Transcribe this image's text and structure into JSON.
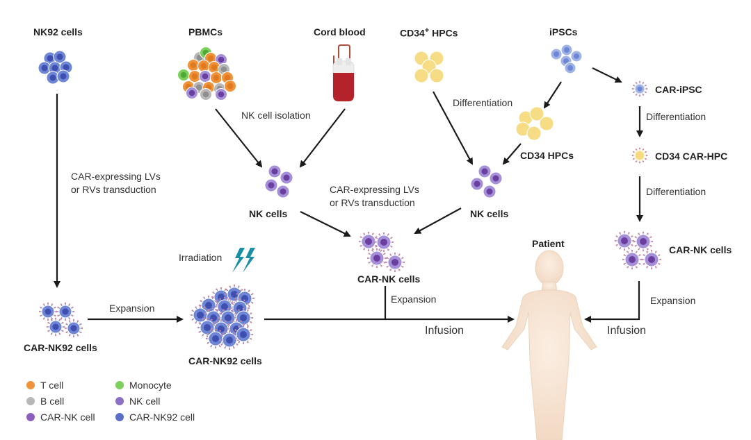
{
  "sources": {
    "nk92": "NK92 cells",
    "pbmcs": "PBMCs",
    "cord_blood": "Cord blood",
    "cd34_hpcs": "CD34",
    "cd34_sup": "+",
    "cd34_hpcs_suffix": " HPCs",
    "ipscs": "iPSCs"
  },
  "steps": {
    "nk_isolation": "NK cell isolation",
    "car_transduction_left_1": "CAR-expressing LVs",
    "car_transduction_left_2": "or RVs  transduction",
    "car_transduction_mid_1": "CAR-expressing LVs",
    "car_transduction_mid_2": "or RVs  transduction",
    "differentiation_1": "Differentiation",
    "differentiation_2": "Differentiation",
    "differentiation_3": "Differentiation",
    "expansion_left": "Expansion",
    "expansion_mid": "Expansion",
    "expansion_right": "Expansion",
    "irradiation": "Irradiation",
    "infusion_left": "Infusion",
    "infusion_right": "Infusion"
  },
  "nodes": {
    "nk_cells_left": "NK cells",
    "nk_cells_right": "NK cells",
    "cd34_hpcs_node": "CD34 HPCs",
    "car_ipsc": "CAR-iPSC",
    "cd34_car_hpc": "CD34 CAR-HPC",
    "car_nk_cells_mid": "CAR-NK cells",
    "car_nk_cells_right": "CAR-NK cells",
    "car_nk92_cells_small": "CAR-NK92 cells",
    "car_nk92_cells_big": "CAR-NK92 cells",
    "patient": "Patient"
  },
  "legend": [
    {
      "label": "T cell",
      "color": "#f0923a"
    },
    {
      "label": "Monocyte",
      "color": "#7ccf5a"
    },
    {
      "label": "B cell",
      "color": "#b8b8b8"
    },
    {
      "label": "NK cell",
      "color": "#8a6fc4"
    },
    {
      "label": "CAR-NK cell",
      "color": "#8f5fbf"
    },
    {
      "label": "CAR-NK92 cell",
      "color": "#5b6fc8"
    }
  ],
  "colors": {
    "arrow": "#1a1a1a",
    "nk92": "#6f86d6",
    "nk92_nucleus": "#3e4fb0",
    "nk": "#a48fd8",
    "nk_nucleus": "#6b3fa0",
    "hpc": "#f6dc85",
    "blood": "#b4232a",
    "lightning": "#1c8fa8",
    "skin": "#f7e4d2"
  }
}
